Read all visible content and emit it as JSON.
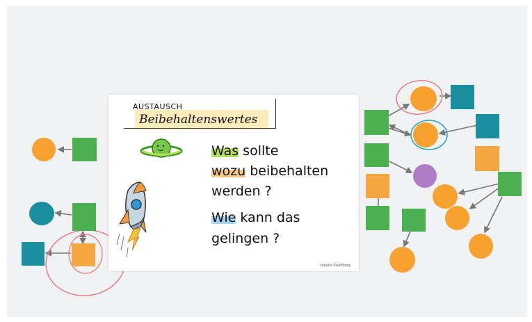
{
  "card": {
    "kicker": "AUSTAUSCH",
    "title": "Beibehaltenswertes",
    "question_line1_highlight": "Was",
    "question_line1_rest": " sollte",
    "question_line2_highlight": "wozu",
    "question_line2_rest": " beibehalten",
    "question_line3": "werden ?",
    "question_line4_highlight": "Wie",
    "question_line4_rest": " kann das",
    "question_line5": "gelingen ?",
    "signature": "claudia Stahlberg"
  },
  "colors": {
    "board": "#f1f2f4",
    "sticky_green": "#4caf50",
    "sticky_teal": "#1a8fa0",
    "sticky_orange": "#f5a742",
    "circle_orange": "#f7a230",
    "circle_purple": "#b07cc6",
    "ink_red_circle": "#e8808a",
    "ink_teal_circle": "#2aa7b8",
    "highlight_green": "#b6e25a",
    "highlight_orange": "#f7c985",
    "highlight_blue": "#a5d3f5",
    "highlight_title": "#fbe6a6"
  },
  "icons": [
    "planet-icon",
    "rocket-icon"
  ]
}
